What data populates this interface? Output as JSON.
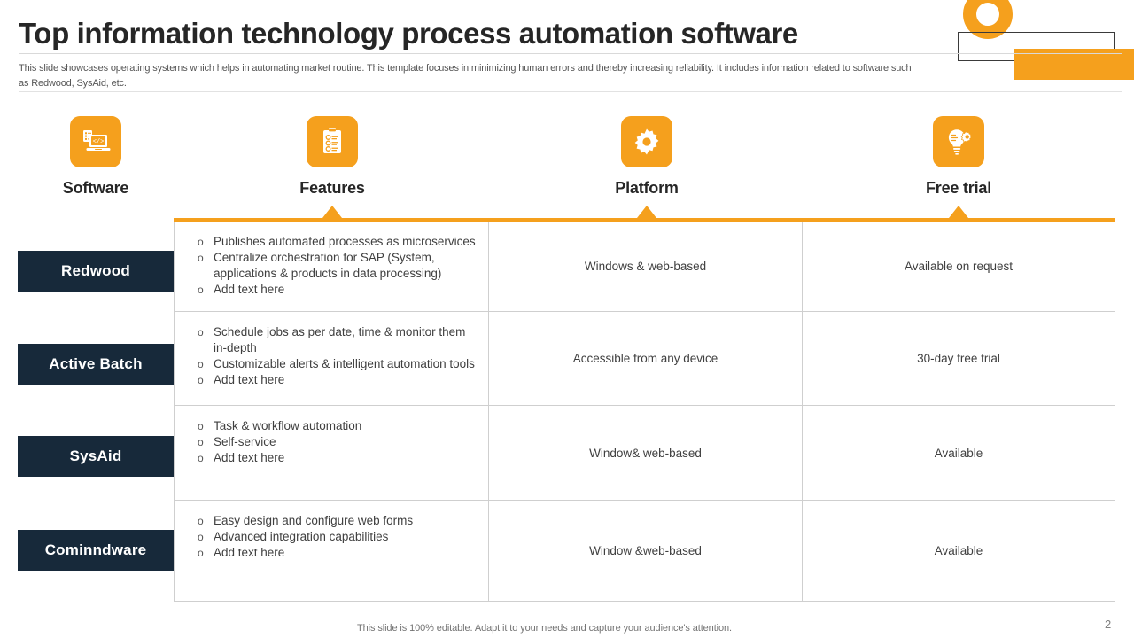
{
  "slide": {
    "title": "Top information technology process automation software",
    "subtitle": "This slide showcases operating systems which helps in automating market routine. This template focuses in minimizing human errors and thereby increasing reliability. It includes information related to software such as Redwood, SysAid, etc.",
    "footer_note": "This slide is 100% editable. Adapt it to your needs and capture your audience's attention.",
    "page_number": "2"
  },
  "colors": {
    "accent_orange": "#F5A01D",
    "dark_navy": "#17293A",
    "title_text": "#262626",
    "body_text": "#3f3f3f",
    "grid_line": "#cfcfcf"
  },
  "columns": [
    {
      "label": "Software",
      "icon": "laptop-code-icon"
    },
    {
      "label": "Features",
      "icon": "clipboard-checklist-icon"
    },
    {
      "label": "Platform",
      "icon": "gear-icon"
    },
    {
      "label": "Free trial",
      "icon": "lightbulb-gear-icon"
    }
  ],
  "rows": [
    {
      "software": "Redwood",
      "features": [
        "Publishes automated processes as microservices",
        "Centralize orchestration for SAP (System, applications & products in data processing)",
        "Add text here"
      ],
      "platform": "Windows & web-based",
      "free_trial": "Available  on request"
    },
    {
      "software": "Active Batch",
      "features": [
        "Schedule jobs as per date, time & monitor them in-depth",
        "Customizable alerts & intelligent automation tools",
        "Add text here"
      ],
      "platform": "Accessible from any device",
      "free_trial": "30-day free trial"
    },
    {
      "software": "SysAid",
      "features": [
        "Task & workflow automation",
        "Self-service",
        "Add text here"
      ],
      "platform": "Window& web-based",
      "free_trial": "Available"
    },
    {
      "software": "Cominndware",
      "features": [
        "Easy design and configure web forms",
        "Advanced integration capabilities",
        "Add text here"
      ],
      "platform": "Window &web-based",
      "free_trial": "Available"
    }
  ]
}
